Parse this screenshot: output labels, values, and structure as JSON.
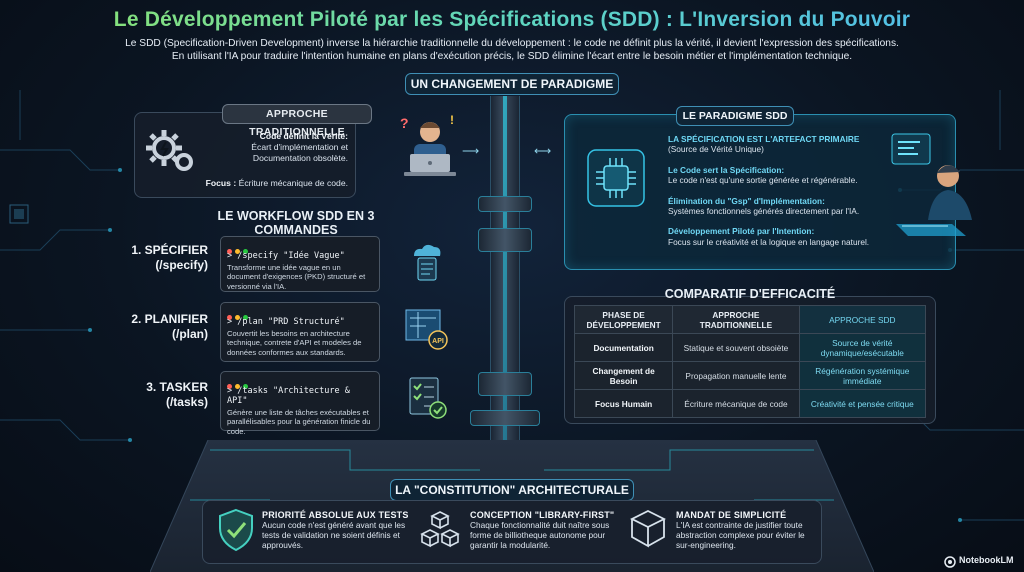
{
  "header": {
    "title": "Le Développement Piloté par les Spécifications (SDD) : L'Inversion du Pouvoir",
    "subtitle_line1": "Le SDD (Specification-Driven Development) inverse la hiérarchie traditionnelle du développement : le code ne définit plus la vérité, il devient l'expression des spécifications.",
    "subtitle_line2": "En utilisant l'IA pour traduire l'intention humaine en plans d'exécution précis, le SDD élimine l'écart entre le besoin métier et l'implémentation technique."
  },
  "paradigm": {
    "label": "UN CHANGEMENT DE PARADIGME"
  },
  "traditional": {
    "label": "APPROCHE TRADITIONNELLE",
    "heading": "Code définit la Vérité:",
    "text1": "Écart d'implémentation et",
    "text2": "Documentation obsolète.",
    "focus_label": "Focus :",
    "focus_text": "Écriture mécanique de code."
  },
  "sdd_paradigm": {
    "label": "LE PARADIGME SDD",
    "items": [
      {
        "title": "LA SPÉCIFICATION EST L'ARTEFACT PRIMAIRE",
        "text": "(Source de Vérité Unique)"
      },
      {
        "title": "Le Code sert la Spécification:",
        "text": "Le code n'est qu'une sortie générée et régénérable."
      },
      {
        "title": "Élimination du \"Gsp\" d'Implémentation:",
        "text": "Systèmes fonctionnels générés directement par l'IA."
      },
      {
        "title": "Développement Piloté par l'Intention:",
        "text": "Focus sur le créativité et la logique en langage naturel."
      }
    ]
  },
  "workflow": {
    "title": "LE WORKFLOW SDD EN 3 COMMANDES",
    "steps": [
      {
        "name": "1. SPÉCIFIER",
        "sub": "(/specify)",
        "command": "> /specify \"Idée Vague\"",
        "desc": "Transforme une idée vague en un document d'exigences (PKD) structuré et versionné via l'IA."
      },
      {
        "name": "2. PLANIFIER",
        "sub": "(/plan)",
        "command": "> /plan \"PRD Structuré\"",
        "desc": "Couvertit les besoins en architecture technique, contrete d'API et modeles de données conformes aux standards."
      },
      {
        "name": "3. TASKER",
        "sub": "(/tasks)",
        "command": "> /tasks \"Architecture & API\"",
        "desc": "Génère une liste de tâches exécutables et parallélisables pour la génération finicle du code."
      }
    ]
  },
  "comparison": {
    "title": "COMPARATIF D'EFFICACITÉ",
    "headers": [
      "PHASE DE DÉVELOPPEMENT",
      "APPROCHE TRADITIONNELLE",
      "APPROCHE SDD"
    ],
    "rows": [
      [
        "Documentation",
        "Statique et souvent obsoiète",
        "Source de vérité dynamique/esécutable"
      ],
      [
        "Changement de Besoin",
        "Propagation manuelle lente",
        "Régénération systémique immédiate"
      ],
      [
        "Focus Humain",
        "Écriture mécanique de code",
        "Créativité et pensée critique"
      ]
    ]
  },
  "constitution": {
    "title": "LA \"CONSTITUTION\" ARCHITECTURALE",
    "principles": [
      {
        "title": "PRIORITÉ ABSOLUE AUX TESTS",
        "desc": "Aucun code n'est généré avant que les tests de validation ne soient définis et approuvés."
      },
      {
        "title": "CONCEPTION \"LIBRARY-FIRST\"",
        "desc": "Chaque fonctionnalité duit naître sous forme de billiotheque autonome pour garantir la modularité."
      },
      {
        "title": "MANDAT DE SIMPLICITÉ",
        "desc": "L'IA est contrainte de justifier toute abstraction complexe pour éviter le sur-engineering."
      }
    ]
  },
  "brand": {
    "name": "NotebookLM"
  },
  "colors": {
    "accent_cyan": "#6fd8f5",
    "accent_green": "#8ee07a",
    "terminal_red": "#ff5f57",
    "terminal_yellow": "#febc2e",
    "terminal_green": "#28c840"
  },
  "icons": [
    "gear-gears-icon",
    "developer-laptop-icon",
    "chip-icon",
    "ai-typing-person-icon",
    "document-cloud-icon",
    "blueprint-api-icon",
    "checklist-icon",
    "shield-check-icon",
    "cubes-icon",
    "cube-icon",
    "notebook-logo-icon"
  ]
}
